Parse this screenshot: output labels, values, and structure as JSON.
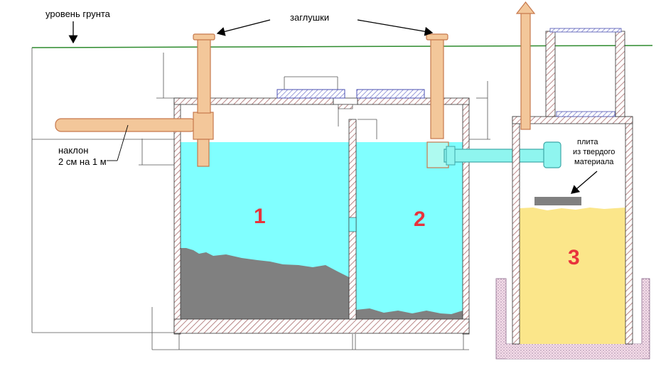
{
  "labels": {
    "ground_level": "уровень грунта",
    "plugs": "заглушки",
    "slope_line1": "наклон",
    "slope_line2": "2 см на 1 м",
    "plate_line1": "плита",
    "plate_line2": "из твердого",
    "plate_line3": "материала"
  },
  "chambers": {
    "first": "1",
    "second": "2",
    "third": "3"
  },
  "colors": {
    "water": "#80ffff",
    "sludge": "#808080",
    "sand": "#fbe68a",
    "pipe": "#f3c79a",
    "pipe_outline": "#d7875a",
    "ground_line": "#2e8b2e",
    "hatch": "#b07a7a",
    "lid": "#8a8fe0",
    "number": "#e8333c",
    "gravel": "#f2d9e6"
  },
  "icons": [
    "arrow-down-icon",
    "arrow-up-icon",
    "pointer-arrow-icon"
  ]
}
